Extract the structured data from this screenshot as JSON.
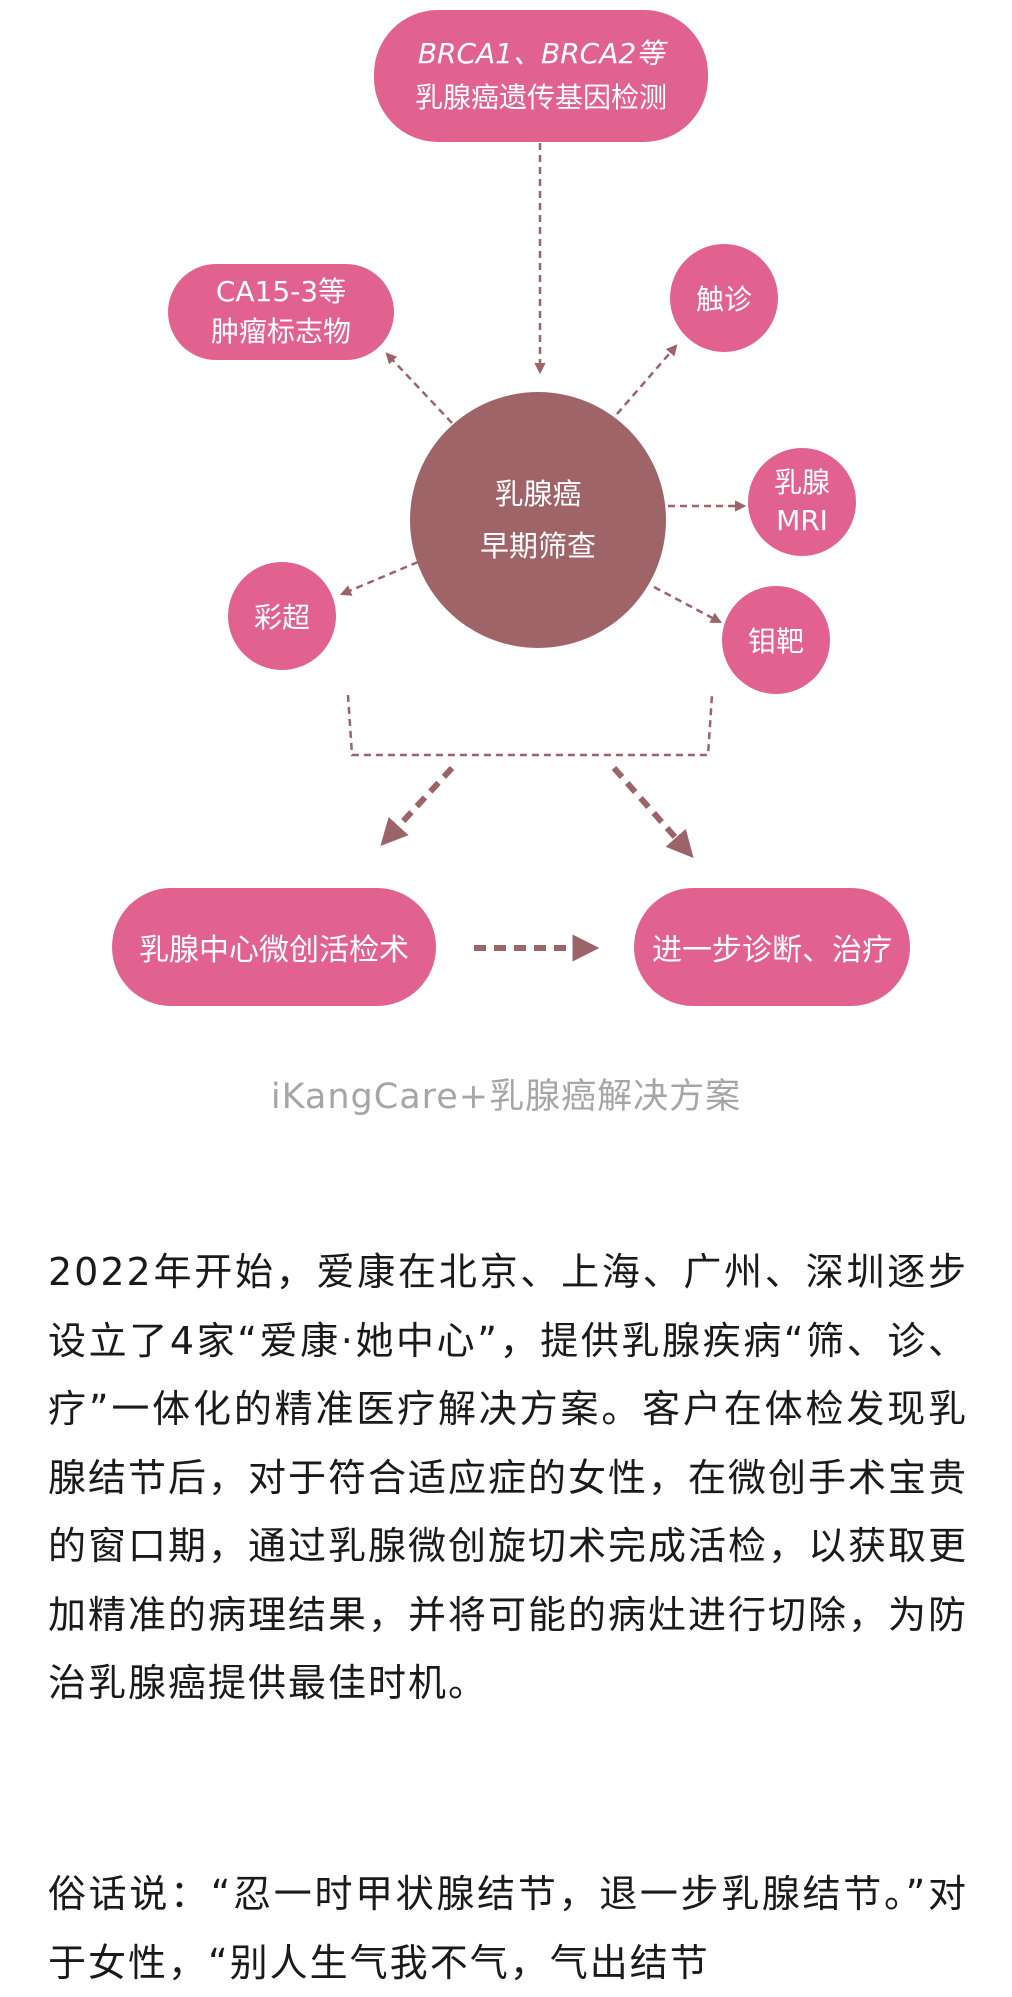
{
  "diagram": {
    "center": {
      "line1": "乳腺癌",
      "line2": "早期筛查"
    },
    "top": {
      "line1": "BRCA1、BRCA2等",
      "line2": "乳腺癌遗传基因检测"
    },
    "tumor_marker": {
      "line1": "CA15-3等",
      "line2": "肿瘤标志物"
    },
    "palpation": {
      "label": "触诊"
    },
    "mri": {
      "line1": "乳腺",
      "line2": "MRI"
    },
    "ultrasound": {
      "label": "彩超"
    },
    "mammography": {
      "label": "钼靶"
    },
    "biopsy": {
      "label": "乳腺中心微创活检术"
    },
    "diagnosis": {
      "label": "进一步诊断、治疗"
    },
    "colors": {
      "node": "#e2628f",
      "center": "#9e6468",
      "arrow": "#9a6468"
    }
  },
  "caption": "iKangCare+乳腺癌解决方案",
  "paragraphs": [
    "2022年开始，爱康在北京、上海、广州、深圳逐步设立了4家“爱康·她中心”，提供乳腺疾病“筛、诊、疗”一体化的精准医疗解决方案。客户在体检发现乳腺结节后，对于符合适应症的女性，在微创手术宝贵的窗口期，通过乳腺微创旋切术完成活检，以获取更加精准的病理结果，并将可能的病灶进行切除，为防治乳腺癌提供最佳时机。",
    "俗话说：“忍一时甲状腺结节，退一步乳腺结节。”对于女性，“别人生气我不气，气出结节"
  ]
}
